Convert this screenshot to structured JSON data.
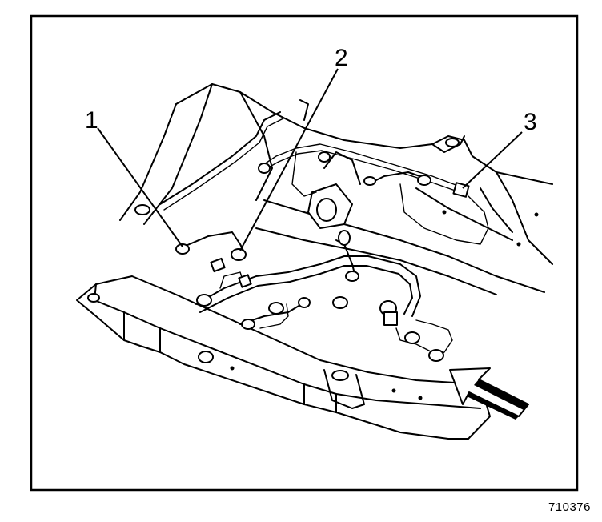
{
  "callouts": [
    {
      "label": "1"
    },
    {
      "label": "2"
    },
    {
      "label": "3"
    }
  ],
  "figure_id": "710376",
  "colors": {
    "ink": "#000000",
    "paper": "#ffffff"
  }
}
